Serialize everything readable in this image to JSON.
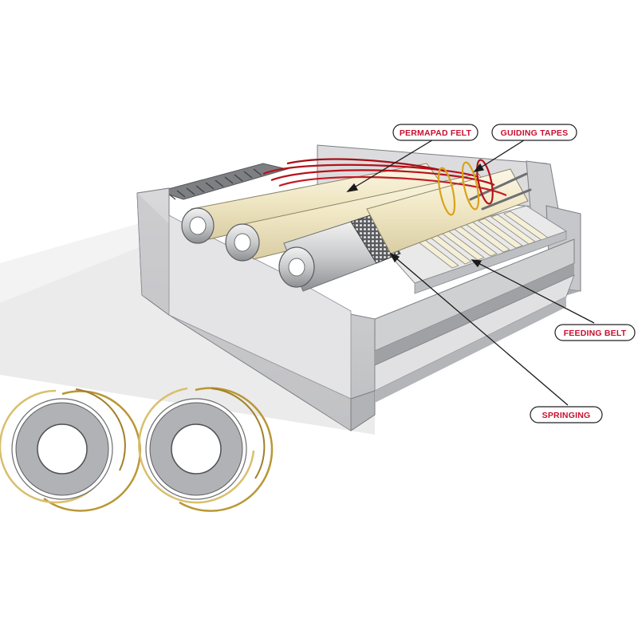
{
  "callouts": {
    "permapad_felt": "PERMAPAD FELT",
    "guiding_tapes": "GUIDING TAPES",
    "feeding_belt": "FEEDING BELT",
    "springing": "SPRINGING"
  },
  "colors": {
    "label_text": "#c8102e",
    "frame": "#c9cacc",
    "felt": "#f3ecd0",
    "guiding_tape_red": "#b5121b",
    "guiding_tape_gold": "#d8a31a",
    "roller_metal": "#b8babd",
    "spring_gold": "#c9a646"
  }
}
